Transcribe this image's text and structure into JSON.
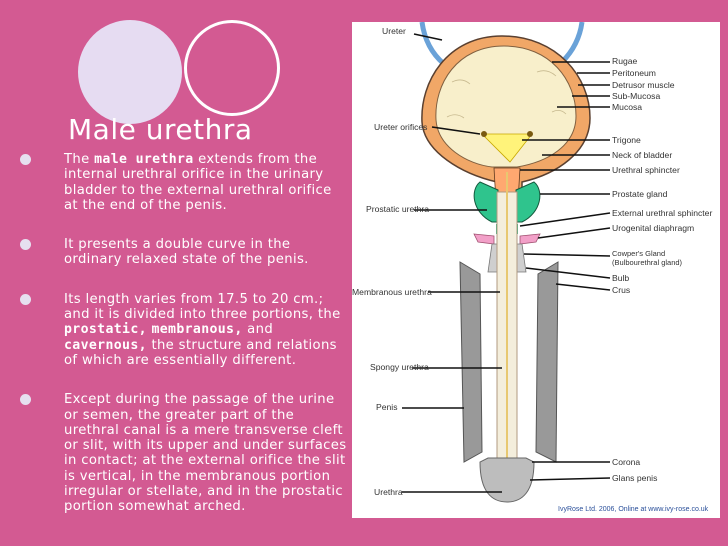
{
  "slide": {
    "title": "Male urethra",
    "bullets": {
      "b1": {
        "pre": "The ",
        "bold": "male urethra",
        "post": " extends from the internal urethral orifice in the urinary bladder to the external urethral orifice at the end of the penis."
      },
      "b2": {
        "text": "It presents a double curve in the ordinary relaxed state of the penis."
      },
      "b3": {
        "pre": " Its length varies from 17.5 to 20 cm.; and it is divided into three portions, the ",
        "bold1": "prostatic,",
        "mid1": " ",
        "bold2": "membranous,",
        "mid2": " and ",
        "bold3": "cavernous,",
        "post": " the structure and relations of which are essentially different."
      },
      "b4": {
        "text": "Except during the passage of the urine or semen, the greater part of the urethral canal is a mere transverse cleft or slit, with its upper and under surfaces in contact; at the external orifice the slit is vertical, in the membranous portion irregular or stellate, and in the prostatic portion somewhat arched."
      }
    }
  },
  "diagram": {
    "left_labels": {
      "ureter": "Ureter",
      "ureter_orifices": "Ureter orifices",
      "prostatic_urethra": "Prostatic urethra",
      "membranous_urethra": "Membranous urethra",
      "spongy_urethra": "Spongy urethra",
      "penis": "Penis",
      "urethra": "Urethra"
    },
    "right_labels": {
      "rugae": "Rugae",
      "peritoneum": "Peritoneum",
      "detrusor": "Detrusor muscle",
      "submucosa": "Sub-Mucosa",
      "mucosa": "Mucosa",
      "trigone": "Trigone",
      "neck": "Neck of bladder",
      "urethral_sphincter": "Urethral sphincter",
      "prostate": "Prostate gland",
      "ext_sphincter": "External urethral sphincter",
      "urogenital": "Urogenital diaphragm",
      "cowpers_1": "Cowper's Gland",
      "cowpers_2": "(Bulbourethral gland)",
      "bulb": "Bulb",
      "crus": "Crus",
      "corona": "Corona",
      "glans": "Glans penis"
    },
    "credit": "IvyRose Ltd. 2006, Online at www.ivy-rose.co.uk"
  }
}
